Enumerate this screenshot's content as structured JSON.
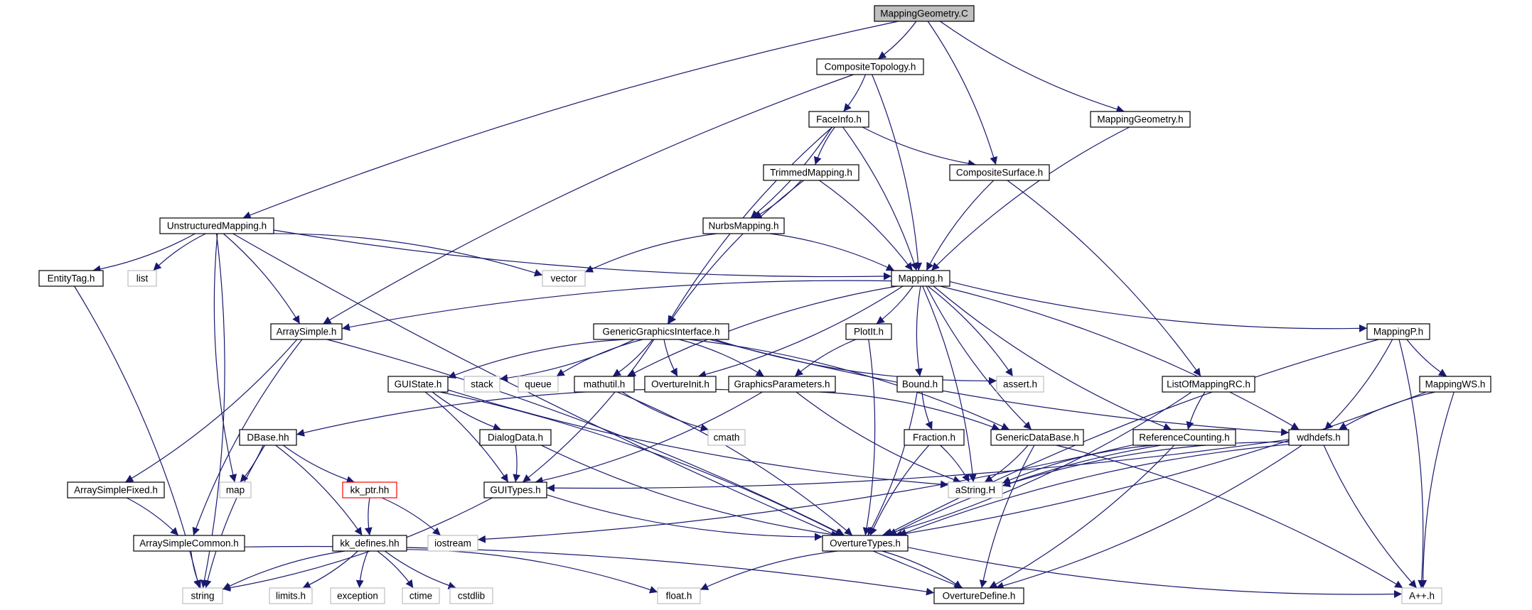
{
  "diagram": {
    "colors": {
      "edge": "#191970",
      "border_normal": "#000000",
      "border_external": "#bfbfbf",
      "border_truncated": "#ff0000",
      "fill_root": "#bfbfbf",
      "fill_default": "#ffffff",
      "text": "#000000"
    },
    "nodes": [
      {
        "id": "mappinggeometry_c",
        "label": "MappingGeometry.C",
        "kind": "root"
      },
      {
        "id": "compositetopology_h",
        "label": "CompositeTopology.h",
        "kind": "normal"
      },
      {
        "id": "faceinfo_h",
        "label": "FaceInfo.h",
        "kind": "normal"
      },
      {
        "id": "mappinggeometry_h",
        "label": "MappingGeometry.h",
        "kind": "normal"
      },
      {
        "id": "trimmedmapping_h",
        "label": "TrimmedMapping.h",
        "kind": "normal"
      },
      {
        "id": "compositesurface_h",
        "label": "CompositeSurface.h",
        "kind": "normal"
      },
      {
        "id": "unstructuredmapping_h",
        "label": "UnstructuredMapping.h",
        "kind": "normal"
      },
      {
        "id": "nurbsmapping_h",
        "label": "NurbsMapping.h",
        "kind": "normal"
      },
      {
        "id": "entitytag_h",
        "label": "EntityTag.h",
        "kind": "normal"
      },
      {
        "id": "list",
        "label": "list",
        "kind": "external"
      },
      {
        "id": "vector",
        "label": "vector",
        "kind": "external"
      },
      {
        "id": "mapping_h",
        "label": "Mapping.h",
        "kind": "normal"
      },
      {
        "id": "arraysimple_h",
        "label": "ArraySimple.h",
        "kind": "normal"
      },
      {
        "id": "genericgraphicsinterface_h",
        "label": "GenericGraphicsInterface.h",
        "kind": "normal"
      },
      {
        "id": "plotit_h",
        "label": "PlotIt.h",
        "kind": "normal"
      },
      {
        "id": "mappingp_h",
        "label": "MappingP.h",
        "kind": "normal"
      },
      {
        "id": "guistate_h",
        "label": "GUIState.h",
        "kind": "normal"
      },
      {
        "id": "stack",
        "label": "stack",
        "kind": "external"
      },
      {
        "id": "queue",
        "label": "queue",
        "kind": "external"
      },
      {
        "id": "mathutil_h",
        "label": "mathutil.h",
        "kind": "normal"
      },
      {
        "id": "overtureinit_h",
        "label": "OvertureInit.h",
        "kind": "normal"
      },
      {
        "id": "graphicsparameters_h",
        "label": "GraphicsParameters.h",
        "kind": "normal"
      },
      {
        "id": "bound_h",
        "label": "Bound.h",
        "kind": "normal"
      },
      {
        "id": "assert_h",
        "label": "assert.h",
        "kind": "external"
      },
      {
        "id": "listofmappingrc_h",
        "label": "ListOfMappingRC.h",
        "kind": "normal"
      },
      {
        "id": "mappingws_h",
        "label": "MappingWS.h",
        "kind": "normal"
      },
      {
        "id": "dbase_hh",
        "label": "DBase.hh",
        "kind": "normal"
      },
      {
        "id": "dialogdata_h",
        "label": "DialogData.h",
        "kind": "normal"
      },
      {
        "id": "cmath",
        "label": "cmath",
        "kind": "external"
      },
      {
        "id": "fraction_h",
        "label": "Fraction.h",
        "kind": "normal"
      },
      {
        "id": "genericdatabase_h",
        "label": "GenericDataBase.h",
        "kind": "normal"
      },
      {
        "id": "referencecounting_h",
        "label": "ReferenceCounting.h",
        "kind": "normal"
      },
      {
        "id": "wdhdefs_h",
        "label": "wdhdefs.h",
        "kind": "normal"
      },
      {
        "id": "arraysimplefixed_h",
        "label": "ArraySimpleFixed.h",
        "kind": "normal"
      },
      {
        "id": "map",
        "label": "map",
        "kind": "external"
      },
      {
        "id": "kk_ptr_hh",
        "label": "kk_ptr.hh",
        "kind": "truncated"
      },
      {
        "id": "guitypes_h",
        "label": "GUITypes.h",
        "kind": "normal"
      },
      {
        "id": "astring_h",
        "label": "aString.H",
        "kind": "external"
      },
      {
        "id": "arraysimplecommon_h",
        "label": "ArraySimpleCommon.h",
        "kind": "normal"
      },
      {
        "id": "kk_defines_hh",
        "label": "kk_defines.hh",
        "kind": "normal"
      },
      {
        "id": "iostream",
        "label": "iostream",
        "kind": "external"
      },
      {
        "id": "overturetypes_h",
        "label": "OvertureTypes.h",
        "kind": "normal"
      },
      {
        "id": "string",
        "label": "string",
        "kind": "external"
      },
      {
        "id": "limits_h",
        "label": "limits.h",
        "kind": "external"
      },
      {
        "id": "exception",
        "label": "exception",
        "kind": "external"
      },
      {
        "id": "ctime",
        "label": "ctime",
        "kind": "external"
      },
      {
        "id": "cstdlib",
        "label": "cstdlib",
        "kind": "external"
      },
      {
        "id": "float_h",
        "label": "float.h",
        "kind": "external"
      },
      {
        "id": "overturedefine_h",
        "label": "OvertureDefine.h",
        "kind": "normal"
      },
      {
        "id": "app_h",
        "label": "A++.h",
        "kind": "external"
      }
    ],
    "edges": [
      [
        "mappinggeometry_c",
        "compositetopology_h"
      ],
      [
        "mappinggeometry_c",
        "unstructuredmapping_h"
      ],
      [
        "mappinggeometry_c",
        "compositesurface_h"
      ],
      [
        "mappinggeometry_c",
        "mappinggeometry_h"
      ],
      [
        "compositetopology_h",
        "faceinfo_h"
      ],
      [
        "compositetopology_h",
        "arraysimple_h"
      ],
      [
        "compositetopology_h",
        "mapping_h"
      ],
      [
        "faceinfo_h",
        "trimmedmapping_h"
      ],
      [
        "faceinfo_h",
        "nurbsmapping_h"
      ],
      [
        "faceinfo_h",
        "genericgraphicsinterface_h"
      ],
      [
        "faceinfo_h",
        "mapping_h"
      ],
      [
        "faceinfo_h",
        "compositesurface_h"
      ],
      [
        "trimmedmapping_h",
        "nurbsmapping_h"
      ],
      [
        "trimmedmapping_h",
        "genericgraphicsinterface_h"
      ],
      [
        "trimmedmapping_h",
        "mapping_h"
      ],
      [
        "nurbsmapping_h",
        "vector"
      ],
      [
        "nurbsmapping_h",
        "mapping_h"
      ],
      [
        "compositesurface_h",
        "mapping_h"
      ],
      [
        "compositesurface_h",
        "listofmappingrc_h"
      ],
      [
        "mappinggeometry_h",
        "mapping_h"
      ],
      [
        "unstructuredmapping_h",
        "entitytag_h"
      ],
      [
        "unstructuredmapping_h",
        "list"
      ],
      [
        "unstructuredmapping_h",
        "vector"
      ],
      [
        "unstructuredmapping_h",
        "mapping_h"
      ],
      [
        "unstructuredmapping_h",
        "arraysimple_h"
      ],
      [
        "unstructuredmapping_h",
        "map"
      ],
      [
        "unstructuredmapping_h",
        "string"
      ],
      [
        "unstructuredmapping_h",
        "overturedefine_h"
      ],
      [
        "entitytag_h",
        "string"
      ],
      [
        "mapping_h",
        "arraysimple_h"
      ],
      [
        "mapping_h",
        "plotit_h"
      ],
      [
        "mapping_h",
        "mathutil_h"
      ],
      [
        "mapping_h",
        "overtureinit_h"
      ],
      [
        "mapping_h",
        "bound_h"
      ],
      [
        "mapping_h",
        "assert_h"
      ],
      [
        "mapping_h",
        "genericdatabase_h"
      ],
      [
        "mapping_h",
        "astring_h"
      ],
      [
        "mapping_h",
        "referencecounting_h"
      ],
      [
        "mapping_h",
        "wdhdefs_h"
      ],
      [
        "mapping_h",
        "mappingp_h"
      ],
      [
        "arraysimple_h",
        "arraysimplefixed_h"
      ],
      [
        "arraysimple_h",
        "arraysimplecommon_h"
      ],
      [
        "arraysimple_h",
        "overturetypes_h"
      ],
      [
        "genericgraphicsinterface_h",
        "guistate_h"
      ],
      [
        "genericgraphicsinterface_h",
        "stack"
      ],
      [
        "genericgraphicsinterface_h",
        "queue"
      ],
      [
        "genericgraphicsinterface_h",
        "mathutil_h"
      ],
      [
        "genericgraphicsinterface_h",
        "overtureinit_h"
      ],
      [
        "genericgraphicsinterface_h",
        "graphicsparameters_h"
      ],
      [
        "genericgraphicsinterface_h",
        "assert_h"
      ],
      [
        "genericgraphicsinterface_h",
        "genericdatabase_h"
      ],
      [
        "genericgraphicsinterface_h",
        "wdhdefs_h"
      ],
      [
        "genericgraphicsinterface_h",
        "guitypes_h"
      ],
      [
        "plotit_h",
        "graphicsparameters_h"
      ],
      [
        "plotit_h",
        "overturetypes_h"
      ],
      [
        "mappingp_h",
        "mappingws_h"
      ],
      [
        "mappingp_h",
        "wdhdefs_h"
      ],
      [
        "mappingp_h",
        "overturetypes_h"
      ],
      [
        "mappingp_h",
        "app_h"
      ],
      [
        "guistate_h",
        "dialogdata_h"
      ],
      [
        "guistate_h",
        "guitypes_h"
      ],
      [
        "guistate_h",
        "astring_h"
      ],
      [
        "guistate_h",
        "overturetypes_h"
      ],
      [
        "mathutil_h",
        "cmath"
      ],
      [
        "mathutil_h",
        "overturetypes_h"
      ],
      [
        "graphicsparameters_h",
        "dbase_hh"
      ],
      [
        "graphicsparameters_h",
        "genericdatabase_h"
      ],
      [
        "graphicsparameters_h",
        "astring_h"
      ],
      [
        "graphicsparameters_h",
        "guitypes_h"
      ],
      [
        "bound_h",
        "fraction_h"
      ],
      [
        "bound_h",
        "overturetypes_h"
      ],
      [
        "listofmappingrc_h",
        "referencecounting_h"
      ],
      [
        "listofmappingrc_h",
        "overturetypes_h"
      ],
      [
        "mappingws_h",
        "wdhdefs_h"
      ],
      [
        "mappingws_h",
        "overturetypes_h"
      ],
      [
        "mappingws_h",
        "app_h"
      ],
      [
        "dbase_hh",
        "map"
      ],
      [
        "dbase_hh",
        "kk_ptr_hh"
      ],
      [
        "dbase_hh",
        "kk_defines_hh"
      ],
      [
        "dbase_hh",
        "string"
      ],
      [
        "dialogdata_h",
        "guitypes_h"
      ],
      [
        "dialogdata_h",
        "overturetypes_h"
      ],
      [
        "fraction_h",
        "astring_h"
      ],
      [
        "fraction_h",
        "overturetypes_h"
      ],
      [
        "genericdatabase_h",
        "astring_h"
      ],
      [
        "genericdatabase_h",
        "overturedefine_h"
      ],
      [
        "genericdatabase_h",
        "app_h"
      ],
      [
        "referencecounting_h",
        "astring_h"
      ],
      [
        "referencecounting_h",
        "iostream"
      ],
      [
        "referencecounting_h",
        "overturetypes_h"
      ],
      [
        "referencecounting_h",
        "overturedefine_h"
      ],
      [
        "wdhdefs_h",
        "astring_h"
      ],
      [
        "wdhdefs_h",
        "guitypes_h"
      ],
      [
        "wdhdefs_h",
        "overturetypes_h"
      ],
      [
        "wdhdefs_h",
        "overturedefine_h"
      ],
      [
        "wdhdefs_h",
        "app_h"
      ],
      [
        "arraysimplefixed_h",
        "arraysimplecommon_h"
      ],
      [
        "kk_ptr_hh",
        "kk_defines_hh"
      ],
      [
        "kk_ptr_hh",
        "iostream"
      ],
      [
        "guitypes_h",
        "overturetypes_h"
      ],
      [
        "guitypes_h",
        "string"
      ],
      [
        "arraysimplecommon_h",
        "string"
      ],
      [
        "arraysimplecommon_h",
        "overturedefine_h"
      ],
      [
        "kk_defines_hh",
        "string"
      ],
      [
        "kk_defines_hh",
        "limits_h"
      ],
      [
        "kk_defines_hh",
        "exception"
      ],
      [
        "kk_defines_hh",
        "ctime"
      ],
      [
        "kk_defines_hh",
        "cstdlib"
      ],
      [
        "kk_defines_hh",
        "float_h"
      ],
      [
        "overturetypes_h",
        "float_h"
      ],
      [
        "overturetypes_h",
        "overturedefine_h"
      ],
      [
        "overturetypes_h",
        "app_h"
      ]
    ]
  }
}
